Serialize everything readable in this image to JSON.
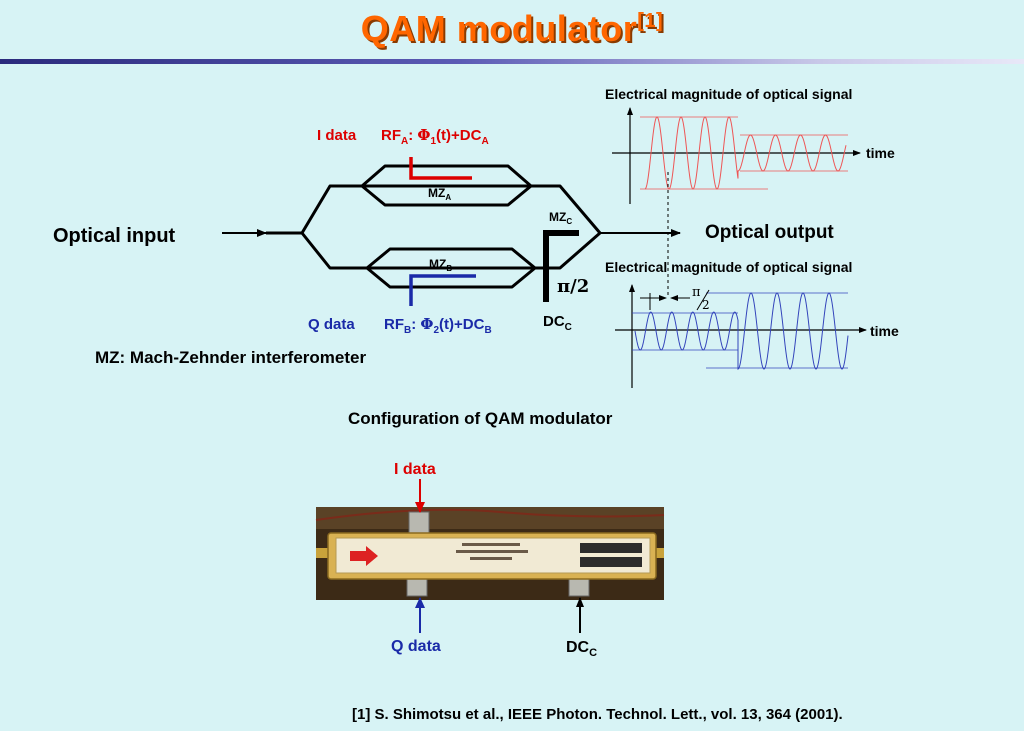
{
  "title": {
    "main": "QAM modulator",
    "ref_mark": "[1]"
  },
  "labels": {
    "optical_input": "Optical input",
    "optical_output": "Optical output",
    "i_data": "I data",
    "q_data": "Q data",
    "rf_a": {
      "pre": "RF",
      "sub": "A",
      "colon": ": ",
      "phi": "Φ",
      "phi_sub": "1",
      "mid": "(t)+DC",
      "dc_sub": "A"
    },
    "rf_b": {
      "pre": "RF",
      "sub": "B",
      "colon": ": ",
      "phi": "Φ",
      "phi_sub": "2",
      "mid": "(t)+DC",
      "dc_sub": "B"
    },
    "mz_a": {
      "pre": "MZ",
      "sub": "A"
    },
    "mz_b": {
      "pre": "MZ",
      "sub": "B"
    },
    "mz_c": {
      "pre": "MZ",
      "sub": "C"
    },
    "dc_c": {
      "pre": "DC",
      "sub": "C"
    },
    "pi_half": "π/2",
    "pi_symbol": "π",
    "half_den": "2",
    "mz_definition": "MZ: Mach-Zehnder interferometer",
    "config_caption": "Configuration of QAM modulator",
    "elec_mag_top": "Electrical magnitude of optical signal",
    "elec_mag_bottom": "Electrical magnitude of optical signal",
    "time_top": "time",
    "time_bottom": "time",
    "photo_i_data": "I data",
    "photo_q_data": "Q data",
    "photo_dc_c": {
      "pre": "DC",
      "sub": "C"
    }
  },
  "reference": "[1] S. Shimotsu et al., IEEE Photon. Technol. Lett., vol. 13, 364 (2001).",
  "colors": {
    "title": "#ff6600",
    "i_data": "#dd0000",
    "q_data": "#1a2aa8",
    "background": "#d7f3f5",
    "top_wave": "#ee5555",
    "bottom_wave": "#3344bb"
  }
}
